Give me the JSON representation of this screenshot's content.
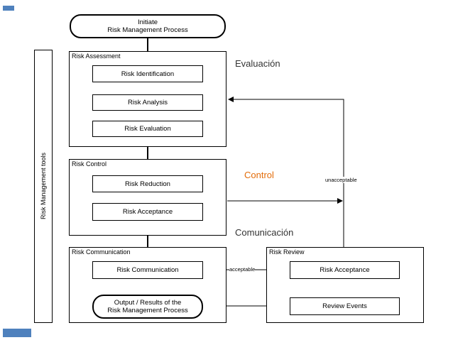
{
  "colors": {
    "deco_blue": "#4f81bd",
    "control_orange": "#e36c09",
    "text_dark": "#333333",
    "line": "#000000"
  },
  "start": {
    "line1": "Initiate",
    "line2": "Risk Management Process"
  },
  "side_bar": {
    "label": "Risk Management tools"
  },
  "assessment": {
    "title": "Risk Assessment",
    "identification": "Risk Identification",
    "analysis": "Risk Analysis",
    "evaluation": "Risk Evaluation"
  },
  "control": {
    "title": "Risk Control",
    "reduction": "Risk Reduction",
    "acceptance": "Risk Acceptance"
  },
  "communication": {
    "title": "Risk Communication",
    "box": "Risk Communication",
    "output_line1": "Output / Results of the",
    "output_line2": "Risk Management Process"
  },
  "review": {
    "title": "Risk Review",
    "acceptance": "Risk Acceptance",
    "events": "Review Events"
  },
  "edge_labels": {
    "unacceptable": "unacceptable",
    "acceptable": "acceptable"
  },
  "annotations": {
    "evaluacion": "Evaluación",
    "control": "Control",
    "comunicacion": "Comunicación"
  }
}
